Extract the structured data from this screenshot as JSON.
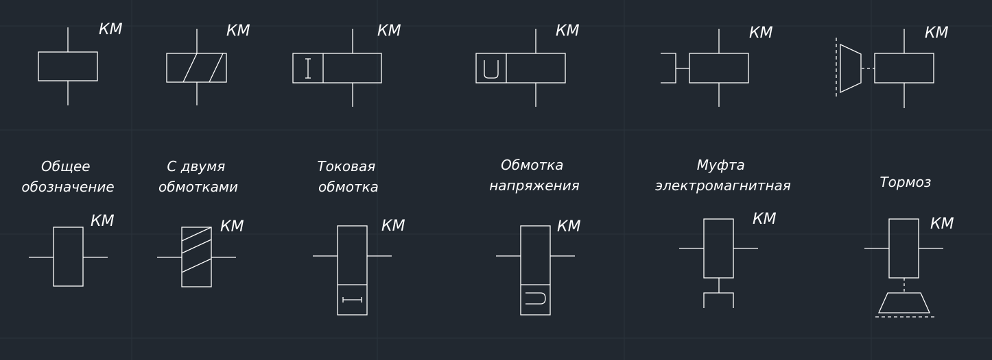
{
  "designator": "КМ",
  "captions": {
    "general": [
      "Общее",
      "обозначение"
    ],
    "two_windings": [
      "С двумя",
      "обмотками"
    ],
    "current_winding": [
      "Токовая",
      "обмотка"
    ],
    "voltage_winding": [
      "Обмотка",
      "напряжения"
    ],
    "em_clutch": [
      "Муфта",
      "электромагнитная"
    ],
    "brake": [
      "Тормоз"
    ]
  },
  "colors": {
    "background": "#212830",
    "grid": "#2b333c",
    "stroke": "#ffffff"
  }
}
